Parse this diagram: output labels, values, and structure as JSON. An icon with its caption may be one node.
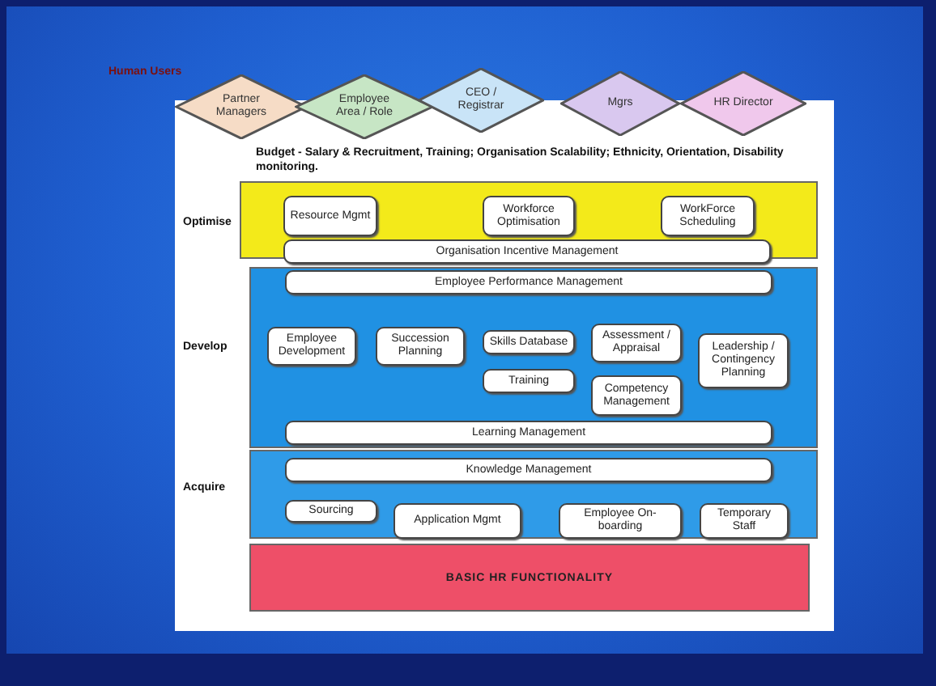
{
  "diagram": {
    "nodes": [
      {
        "text": [
          "Partner Managers"
        ]
      },
      {
        "text": [
          "Employee Area / Role"
        ]
      },
      {
        "text": [
          "CEO / Registrar"
        ]
      },
      {
        "text": [
          "Mgrs"
        ]
      },
      {
        "text": [
          "HR Director"
        ]
      },
      {
        "text": [
          "Optimise"
        ]
      },
      {
        "text": [
          "Resource Mgmt"
        ],
        "in": 5
      },
      {
        "text": [
          "Workforce Optimisation"
        ],
        "in": 5
      },
      {
        "text": [
          "WorkForce Scheduling"
        ],
        "in": 5
      },
      {
        "text": [
          "Organisation Incentive Management"
        ]
      },
      {
        "text": [
          "Develop"
        ]
      },
      {
        "text": [
          "Employee Performance Management"
        ],
        "in": 10
      },
      {
        "text": [
          "Employee Development"
        ],
        "in": 10
      },
      {
        "text": [
          "Succession Planning"
        ],
        "in": 10
      },
      {
        "text": [
          "Skills Database"
        ],
        "in": 10
      },
      {
        "text": [
          "Assessment / Appraisal"
        ],
        "in": 10
      },
      {
        "text": [
          "Leadership / Contingency Planning"
        ],
        "in": 10
      },
      {
        "text": [
          "Training"
        ],
        "in": 10
      },
      {
        "text": [
          "Competency Management"
        ],
        "in": 10
      },
      {
        "text": [
          "Learning Management"
        ],
        "in": 10
      },
      {
        "text": [
          "Acquire"
        ]
      },
      {
        "text": [
          "Knowledge Management"
        ],
        "in": 20
      },
      {
        "text": [
          "Sourcing"
        ],
        "in": 20
      },
      {
        "text": [
          "Application Mgmt"
        ],
        "in": 20
      },
      {
        "text": [
          "Employee On-boarding"
        ],
        "in": 20
      },
      {
        "text": [
          "Temporary Staff"
        ],
        "in": 20
      },
      {
        "text": [
          "BASIC HR FUNCTIONALITY"
        ]
      }
    ],
    "labels": [
      "Human Users",
      "Budget - Salary & Recruitment, Training; Organisation Scalability; Ethnicity, Orientation, Disability monitoring."
    ]
  }
}
